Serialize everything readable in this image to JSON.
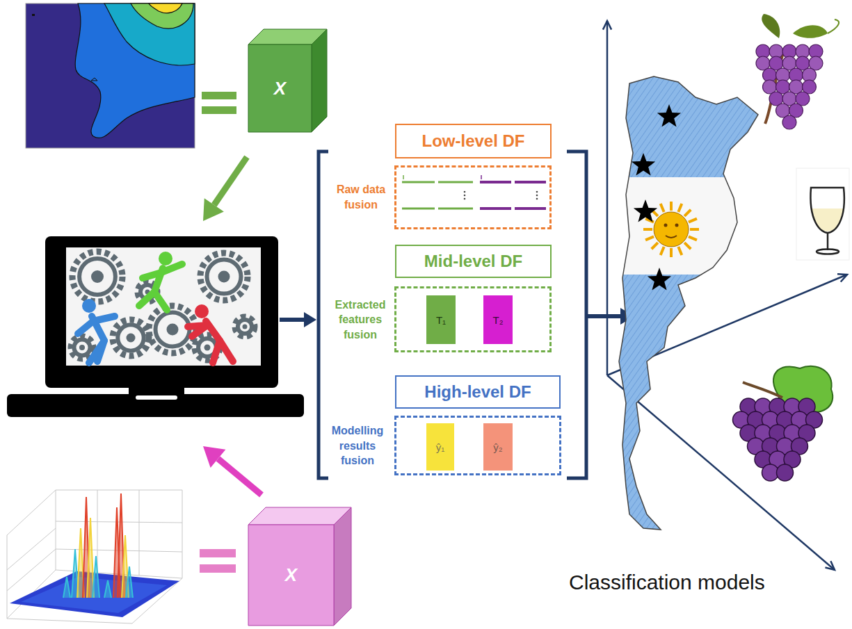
{
  "diagram": {
    "nodes": [
      {
        "text": [
          "X"
        ]
      },
      {
        "text": [
          "Low-level DF"
        ]
      },
      {
        "text": [
          "Raw data fusion"
        ]
      },
      {
        "text": [
          "Mid-level DF"
        ]
      },
      {
        "text": [
          "Extracted features fusion"
        ]
      },
      {
        "text": [
          "T₁"
        ],
        "in": 4
      },
      {
        "text": [
          "T₂"
        ],
        "in": 4
      },
      {
        "text": [
          "High-level DF"
        ]
      },
      {
        "text": [
          "Modelling results fusion"
        ]
      },
      {
        "text": [
          "ŷ₁"
        ],
        "in": 8
      },
      {
        "text": [
          "ŷ₂"
        ],
        "in": 8
      },
      {
        "text": [
          "X"
        ]
      }
    ],
    "labels": [
      "Classification models"
    ]
  }
}
